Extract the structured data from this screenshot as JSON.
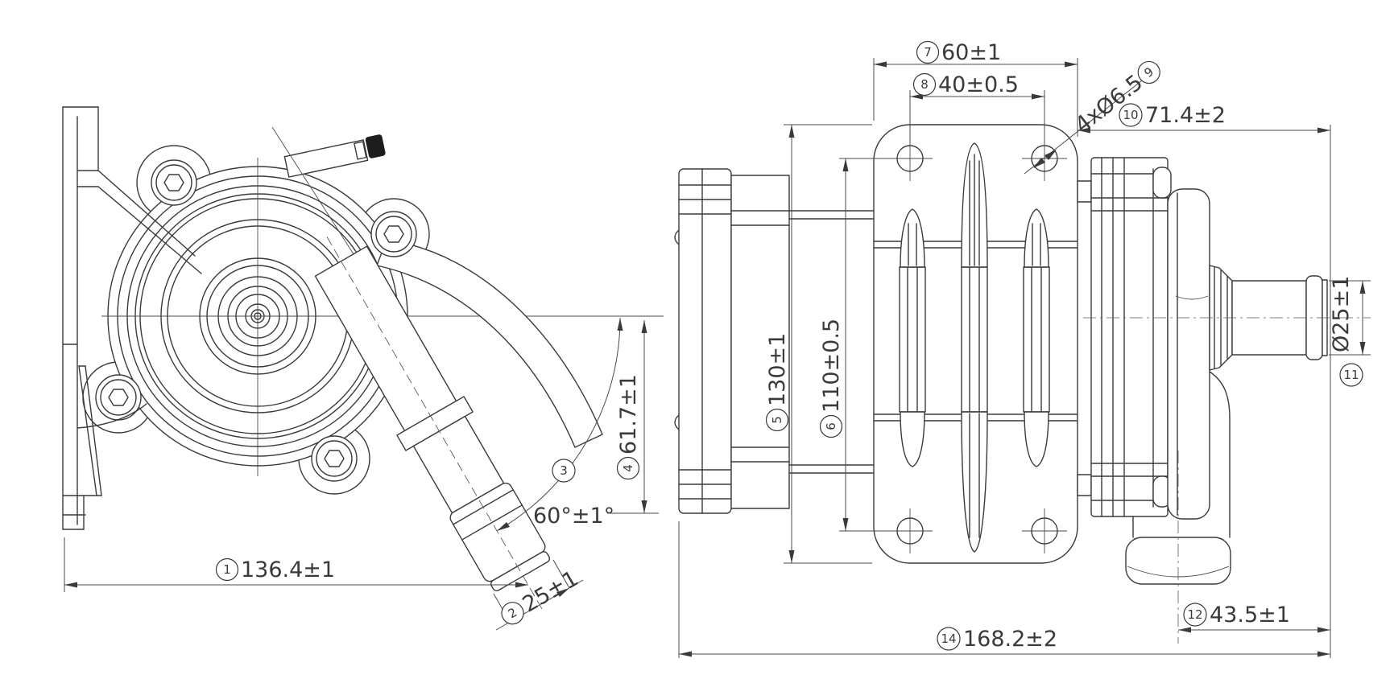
{
  "drawing": {
    "colors": {
      "line": "#3a3a3a",
      "background": "#ffffff",
      "bolt_fill": "#1d1d1d"
    },
    "views": {
      "left": "front-view-of-pump",
      "right": "side-view-of-pump"
    },
    "dims": [
      {
        "balloon": "1",
        "value": "136.4±1"
      },
      {
        "balloon": "2",
        "value": "25±1"
      },
      {
        "balloon": "3",
        "value": "60°±1°"
      },
      {
        "balloon": "4",
        "value": "61.7±1"
      },
      {
        "balloon": "5",
        "value": "130±1"
      },
      {
        "balloon": "6",
        "value": "110±0.5"
      },
      {
        "balloon": "7",
        "value": "60±1"
      },
      {
        "balloon": "8",
        "value": "40±0.5"
      },
      {
        "balloon": "9",
        "value": "4xØ6.5"
      },
      {
        "balloon": "10",
        "value": "71.4±2"
      },
      {
        "balloon": "11",
        "value": "Ø25±1"
      },
      {
        "balloon": "12",
        "value": "43.5±1"
      },
      {
        "balloon": "14",
        "value": "168.2±2"
      }
    ]
  }
}
